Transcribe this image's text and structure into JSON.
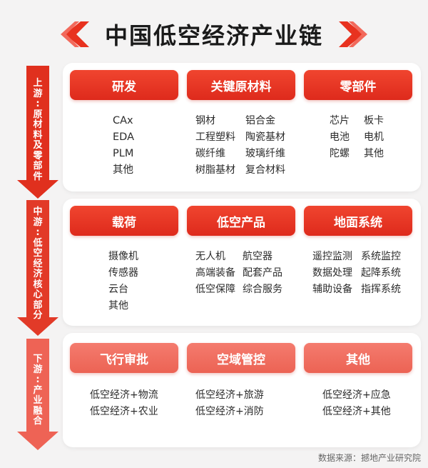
{
  "title": "中国低空经济产业链",
  "colors": {
    "primary": "#e0301e",
    "light": "#ef6b5d",
    "panel": "#ffffff",
    "background": "#f4f3f3"
  },
  "stages": [
    {
      "label_chars": [
        "上",
        "游",
        ":",
        "原",
        "材",
        "料",
        "及",
        "零",
        "部",
        "件"
      ],
      "categories": [
        {
          "name": "研发",
          "columns": [
            [
              "CAx",
              "EDA",
              "PLM",
              "其他"
            ]
          ]
        },
        {
          "name": "关键原材料",
          "columns": [
            [
              "钢材",
              "工程塑料",
              "碳纤维",
              "树脂基材"
            ],
            [
              "铝合金",
              "陶瓷基材",
              "玻璃纤维",
              "复合材料"
            ]
          ]
        },
        {
          "name": "零部件",
          "columns": [
            [
              "芯片",
              "电池",
              "陀螺"
            ],
            [
              "板卡",
              "电机",
              "其他"
            ]
          ]
        }
      ]
    },
    {
      "label_chars": [
        "中",
        "游",
        ":",
        "低",
        "空",
        "经",
        "济",
        "核",
        "心",
        "部",
        "分"
      ],
      "categories": [
        {
          "name": "载荷",
          "columns": [
            [
              "摄像机",
              "传感器",
              "云台",
              "其他"
            ]
          ]
        },
        {
          "name": "低空产品",
          "columns": [
            [
              "无人机",
              "高端装备",
              "低空保障"
            ],
            [
              "航空器",
              "配套产品",
              "综合服务"
            ]
          ]
        },
        {
          "name": "地面系统",
          "columns": [
            [
              "遥控监测",
              "数据处理",
              "辅助设备"
            ],
            [
              "系统监控",
              "起降系统",
              "指挥系统"
            ]
          ]
        }
      ]
    },
    {
      "label_chars": [
        "下",
        "游",
        ":",
        "产",
        "业",
        "融",
        "合"
      ],
      "categories": [
        {
          "name": "飞行审批",
          "columns": [
            [
              "低空经济+物流",
              "低空经济+农业"
            ]
          ]
        },
        {
          "name": "空域管控",
          "columns": [
            [
              "低空经济+旅游",
              "低空经济+消防"
            ]
          ]
        },
        {
          "name": "其他",
          "columns": [
            [
              "低空经济+应急",
              "低空经济+其他"
            ]
          ]
        }
      ]
    }
  ],
  "source": "数据来源：撼地产业研究院"
}
